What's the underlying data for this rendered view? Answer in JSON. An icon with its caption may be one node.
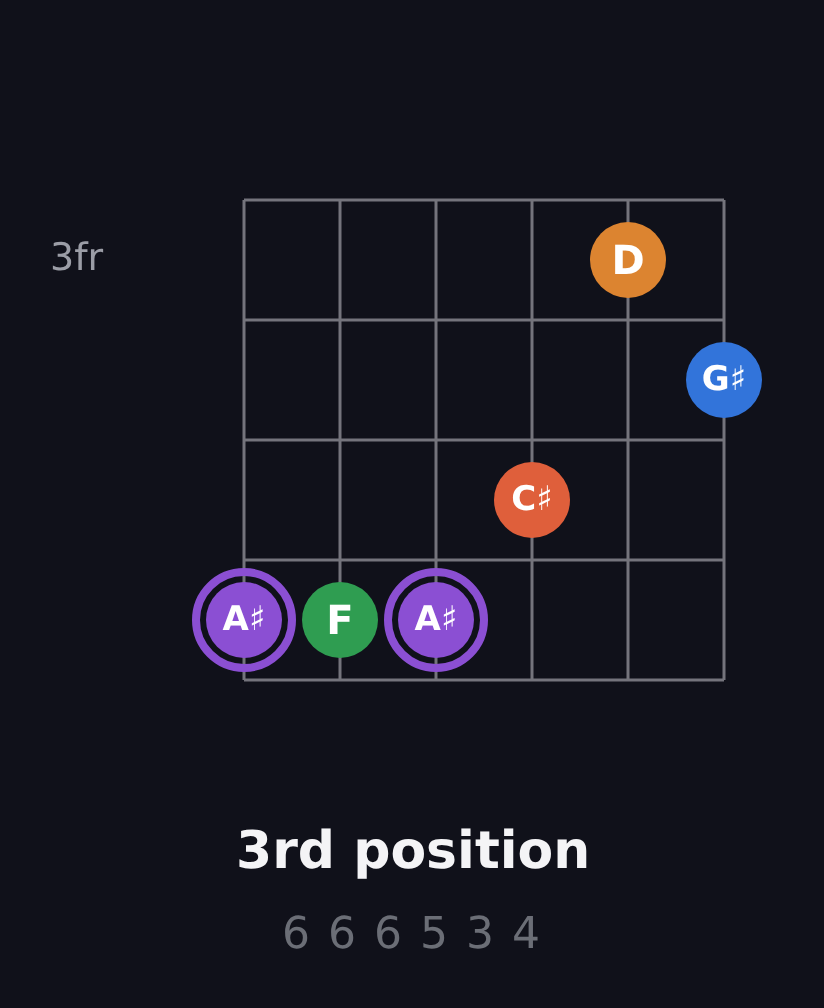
{
  "diagram": {
    "title": "3rd position",
    "nodes": [
      {
        "text": [
          "D"
        ]
      },
      {
        "text": [
          "G♯"
        ]
      },
      {
        "text": [
          "C♯"
        ]
      },
      {
        "text": [
          "A♯"
        ]
      },
      {
        "text": [
          "F"
        ]
      },
      {
        "text": [
          "A♯"
        ]
      }
    ],
    "edges": [],
    "labels": [
      "3fr",
      "6 6 6 5 3 4"
    ]
  }
}
